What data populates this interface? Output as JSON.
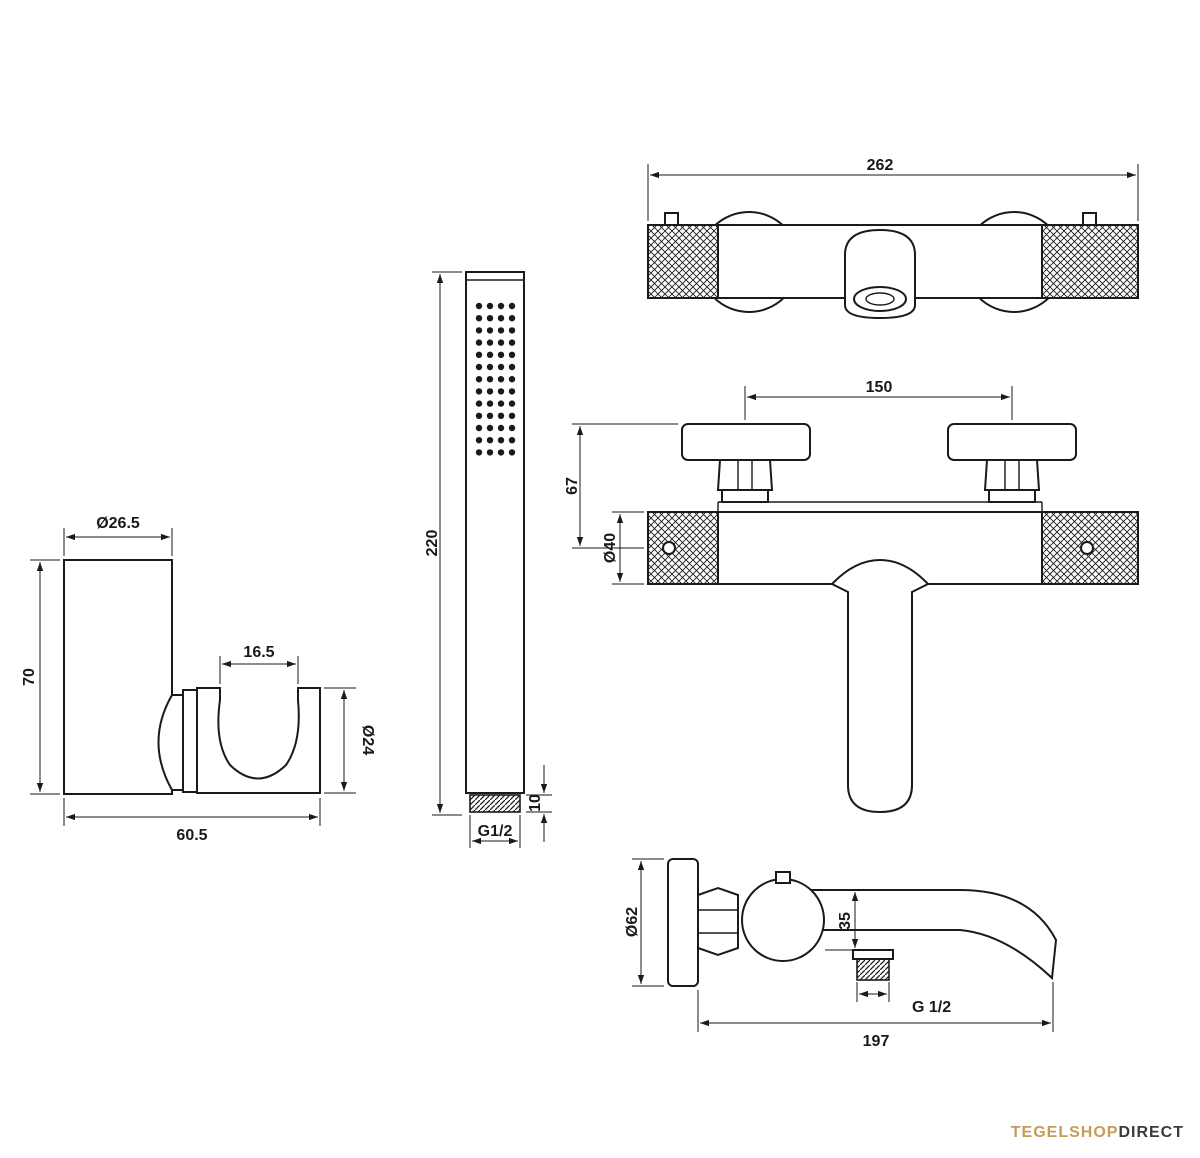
{
  "drawing": {
    "holder": {
      "top_dim": "Ø26.5",
      "height_dim": "70",
      "width_dim": "60.5",
      "cup_dim": "16.5",
      "cup_dia_dim": "Ø24"
    },
    "handshower": {
      "length_dim": "220",
      "thread_height_dim": "10",
      "thread_label": "G1/2"
    },
    "mixer": {
      "width_dim": "262",
      "spacing_dim": "150",
      "height_dim": "67",
      "body_dia_dim": "Ø40",
      "flange_dia_dim": "Ø62",
      "spout_height_dim": "35",
      "outlet_thread_label": "G 1/2",
      "depth_dim": "197"
    }
  },
  "brand": {
    "part1": "TEGELSHOP",
    "part2": "DIRECT",
    "color_primary": "#c89b5a",
    "color_secondary": "#3a3a3a"
  }
}
